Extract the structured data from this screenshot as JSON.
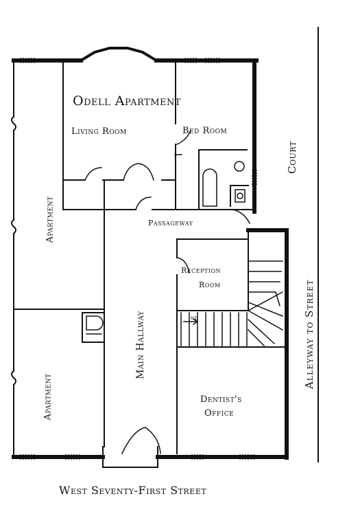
{
  "labels": {
    "odell_apartment": "Odell Apartment",
    "living_room": "Living Room",
    "bed_room": "Bed Room",
    "court": "Court",
    "passageway": "Passageway",
    "apartment_upper": "Apartment",
    "reception_room_line1": "Reception",
    "reception_room_line2": "Room",
    "main_hallway": "Main Hallway",
    "up": "up",
    "alleyway": "Alleyway to Street",
    "apartment_lower": "Apartment",
    "dentists_office_line1": "Dentist's",
    "dentists_office_line2": "Office",
    "street": "West Seventy-First Street"
  }
}
